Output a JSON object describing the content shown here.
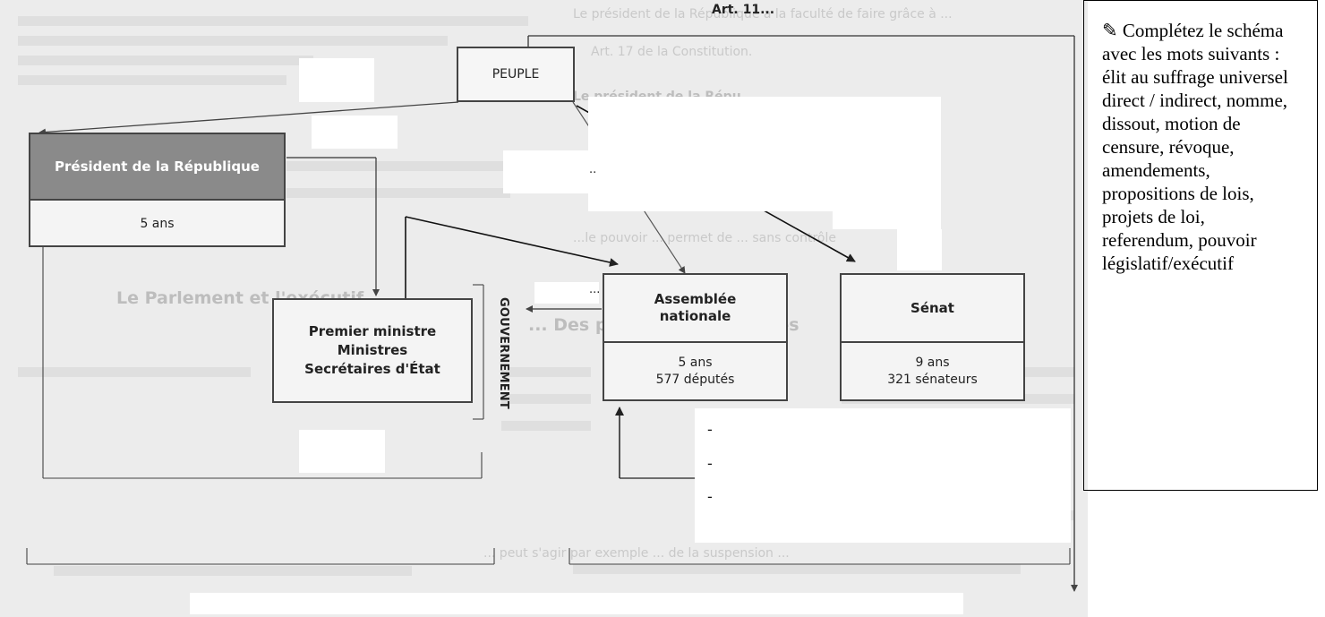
{
  "diagram": {
    "article_label": "Art. 11...",
    "peuple": "PEUPLE",
    "president": {
      "title": "Président de la République",
      "term": "5 ans"
    },
    "government": {
      "lines": [
        "Premier ministre",
        "Ministres",
        "Secrétaires d'État"
      ],
      "side_label": "GOUVERNEMENT"
    },
    "assemblee": {
      "title_lines": [
        "Assemblée",
        "nationale"
      ],
      "term": "5 ans",
      "members": "577 députés"
    },
    "senat": {
      "title": "Sénat",
      "term": "9 ans",
      "members": "321 sénateurs"
    },
    "blank_marks": [
      "..",
      "..."
    ],
    "list_dashes": [
      "-",
      "-",
      "-"
    ]
  },
  "instructions": {
    "icon": "pencil-icon",
    "text": "✎ Complétez le schéma avec les mots suivants : élit au suffrage universel direct / indirect, nomme, dissout, motion de censure, révoque, amendements, propositions de lois, projets de loi, referendum, pouvoir législatif/exécutif"
  },
  "colors": {
    "header_gray": "#8a8a8a",
    "box_fill": "#f4f4f4",
    "background": "#ececec",
    "border": "#444444"
  }
}
